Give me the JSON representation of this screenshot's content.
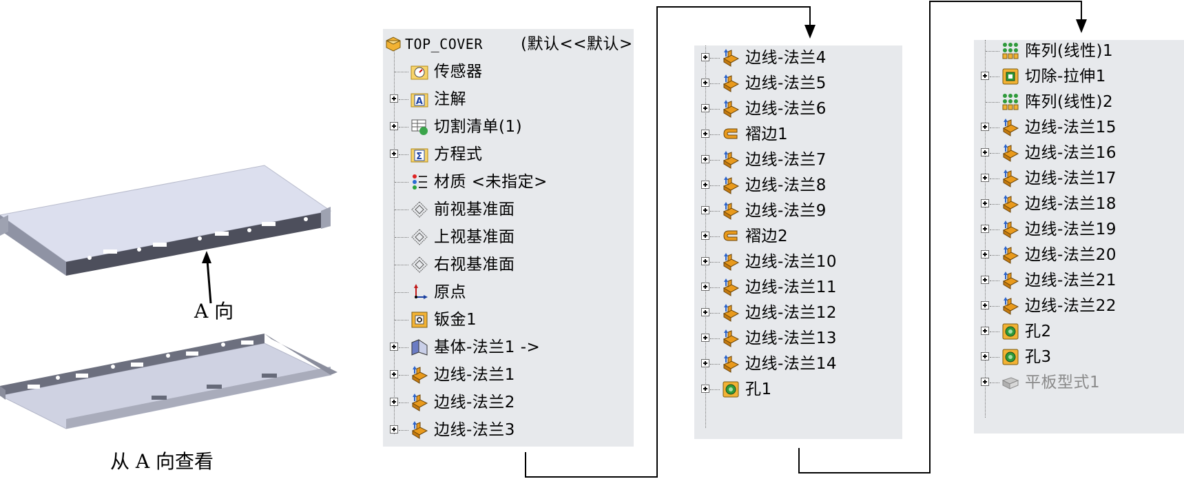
{
  "left": {
    "direction_label": "A 向",
    "view_caption": "从 A 向查看"
  },
  "tree1": {
    "items": [
      {
        "label": "TOP_COVER",
        "suffix": "(默认<<默认>",
        "icon": "part-icon",
        "expandable": false
      },
      {
        "label": "传感器",
        "icon": "sensor-folder-icon",
        "expandable": false
      },
      {
        "label": "注解",
        "icon": "annotation-folder-icon",
        "expandable": true
      },
      {
        "label": "切割清单(1)",
        "icon": "cut-list-icon",
        "expandable": true
      },
      {
        "label": "方程式",
        "icon": "equation-folder-icon",
        "expandable": true
      },
      {
        "label": "材质 <未指定>",
        "icon": "material-icon",
        "expandable": false
      },
      {
        "label": "前视基准面",
        "icon": "plane-icon",
        "expandable": false
      },
      {
        "label": "上视基准面",
        "icon": "plane-icon",
        "expandable": false
      },
      {
        "label": "右视基准面",
        "icon": "plane-icon",
        "expandable": false
      },
      {
        "label": "原点",
        "icon": "origin-icon",
        "expandable": false
      },
      {
        "label": "钣金1",
        "icon": "sheet-metal-icon",
        "expandable": false
      },
      {
        "label": "基体-法兰1 ->",
        "icon": "base-flange-icon",
        "expandable": true
      },
      {
        "label": "边线-法兰1",
        "icon": "edge-flange-icon",
        "expandable": true
      },
      {
        "label": "边线-法兰2",
        "icon": "edge-flange-icon",
        "expandable": true
      },
      {
        "label": "边线-法兰3",
        "icon": "edge-flange-icon",
        "expandable": true
      }
    ]
  },
  "tree2": {
    "items": [
      {
        "label": "边线-法兰4",
        "icon": "edge-flange-icon"
      },
      {
        "label": "边线-法兰5",
        "icon": "edge-flange-icon"
      },
      {
        "label": "边线-法兰6",
        "icon": "edge-flange-icon"
      },
      {
        "label": "褶边1",
        "icon": "hem-icon"
      },
      {
        "label": "边线-法兰7",
        "icon": "edge-flange-icon"
      },
      {
        "label": "边线-法兰8",
        "icon": "edge-flange-icon"
      },
      {
        "label": "边线-法兰9",
        "icon": "edge-flange-icon"
      },
      {
        "label": "褶边2",
        "icon": "hem-icon"
      },
      {
        "label": "边线-法兰10",
        "icon": "edge-flange-icon"
      },
      {
        "label": "边线-法兰11",
        "icon": "edge-flange-icon"
      },
      {
        "label": "边线-法兰12",
        "icon": "edge-flange-icon"
      },
      {
        "label": "边线-法兰13",
        "icon": "edge-flange-icon"
      },
      {
        "label": "边线-法兰14",
        "icon": "edge-flange-icon"
      },
      {
        "label": "孔1",
        "icon": "hole-icon"
      }
    ]
  },
  "tree3": {
    "items": [
      {
        "label": "阵列(线性)1",
        "icon": "linear-pattern-icon",
        "expandable": false,
        "dim": false
      },
      {
        "label": "切除-拉伸1",
        "icon": "cut-extrude-icon",
        "expandable": true,
        "dim": false
      },
      {
        "label": "阵列(线性)2",
        "icon": "linear-pattern-icon",
        "expandable": false,
        "dim": false
      },
      {
        "label": "边线-法兰15",
        "icon": "edge-flange-icon",
        "expandable": true,
        "dim": false
      },
      {
        "label": "边线-法兰16",
        "icon": "edge-flange-icon",
        "expandable": true,
        "dim": false
      },
      {
        "label": "边线-法兰17",
        "icon": "edge-flange-icon",
        "expandable": true,
        "dim": false
      },
      {
        "label": "边线-法兰18",
        "icon": "edge-flange-icon",
        "expandable": true,
        "dim": false
      },
      {
        "label": "边线-法兰19",
        "icon": "edge-flange-icon",
        "expandable": true,
        "dim": false
      },
      {
        "label": "边线-法兰20",
        "icon": "edge-flange-icon",
        "expandable": true,
        "dim": false
      },
      {
        "label": "边线-法兰21",
        "icon": "edge-flange-icon",
        "expandable": true,
        "dim": false
      },
      {
        "label": "边线-法兰22",
        "icon": "edge-flange-icon",
        "expandable": true,
        "dim": false
      },
      {
        "label": "孔2",
        "icon": "hole-icon",
        "expandable": true,
        "dim": false
      },
      {
        "label": "孔3",
        "icon": "hole-icon",
        "expandable": true,
        "dim": false
      },
      {
        "label": "平板型式1",
        "icon": "flat-pattern-icon",
        "expandable": true,
        "dim": true
      }
    ]
  },
  "colors": {
    "panel_bg": "#e7e9ec",
    "folder_yellow": "#f7d36a",
    "flange_orange": "#e99a1c",
    "flange_blue": "#2c63c9",
    "hole_green": "#2e9a3a",
    "sheet_body": "#dfe1ef",
    "sheet_edge": "#6f7282"
  }
}
